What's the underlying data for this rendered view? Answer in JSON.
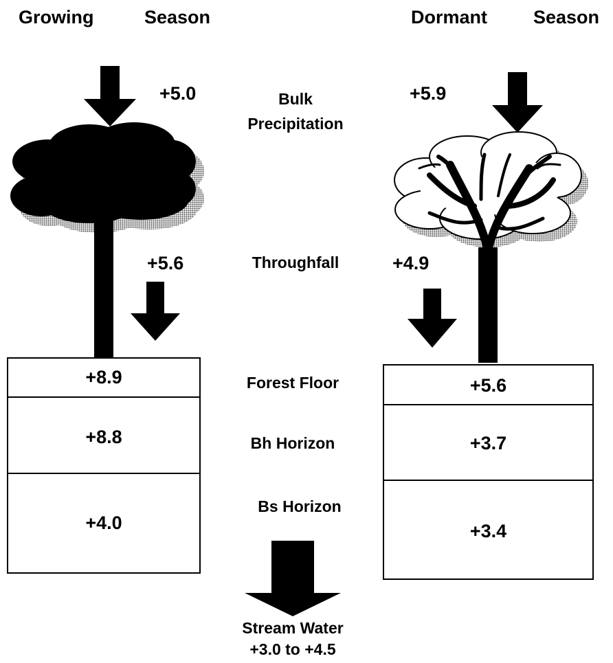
{
  "growing": {
    "heading_a": "Growing",
    "heading_b": "Season",
    "bulk_precipitation": "+5.0",
    "throughfall": "+5.6",
    "forest_floor": "+8.9",
    "bh_horizon": "+8.8",
    "bs_horizon": "+4.0"
  },
  "dormant": {
    "heading_a": "Dormant",
    "heading_b": "Season",
    "bulk_precipitation": "+5.9",
    "throughfall": "+4.9",
    "forest_floor": "+5.6",
    "bh_horizon": "+3.7",
    "bs_horizon": "+3.4"
  },
  "labels": {
    "bulk_line1": "Bulk",
    "bulk_line2": "Precipitation",
    "throughfall": "Throughfall",
    "forest_floor": "Forest Floor",
    "bh_horizon": "Bh Horizon",
    "bs_horizon": "Bs Horizon",
    "stream_line1": "Stream Water",
    "stream_line2": "+3.0 to +4.5"
  },
  "icons": {
    "growing_tree": "leafy-tree-icon",
    "dormant_tree": "bare-tree-icon",
    "arrows": "down-arrow-icon"
  },
  "colors": {
    "ink": "#000000",
    "shadow": "#9a9a9a",
    "paper": "#ffffff"
  }
}
